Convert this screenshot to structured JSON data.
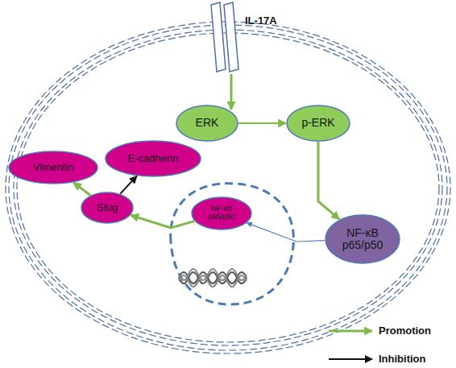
{
  "diagram": {
    "nodes": [
      {
        "text": [
          "IL-17A"
        ]
      },
      {
        "text": [
          "ERK"
        ]
      },
      {
        "text": [
          "p-ERK"
        ]
      },
      {
        "text": [
          "Vimentin"
        ]
      },
      {
        "text": [
          "E-cadherin"
        ]
      },
      {
        "text": [
          "Slug"
        ]
      },
      {
        "text": [
          "NF-κB p65/p50"
        ]
      },
      {
        "text": [
          "NF-κB p65/p50"
        ]
      }
    ],
    "edges": [
      {
        "from": 1,
        "to": 2,
        "arrow": "to"
      },
      {
        "from": 2,
        "to": 7,
        "arrow": "to"
      },
      {
        "from": 7,
        "to": 6,
        "arrow": "to"
      },
      {
        "from": 6,
        "to": 5,
        "arrow": "to"
      },
      {
        "from": 5,
        "to": 3,
        "arrow": "to"
      },
      {
        "from": 5,
        "to": 4,
        "arrow": "to"
      }
    ],
    "legend": [
      {
        "text": "Promotion"
      },
      {
        "text": "Inhibition"
      }
    ]
  }
}
